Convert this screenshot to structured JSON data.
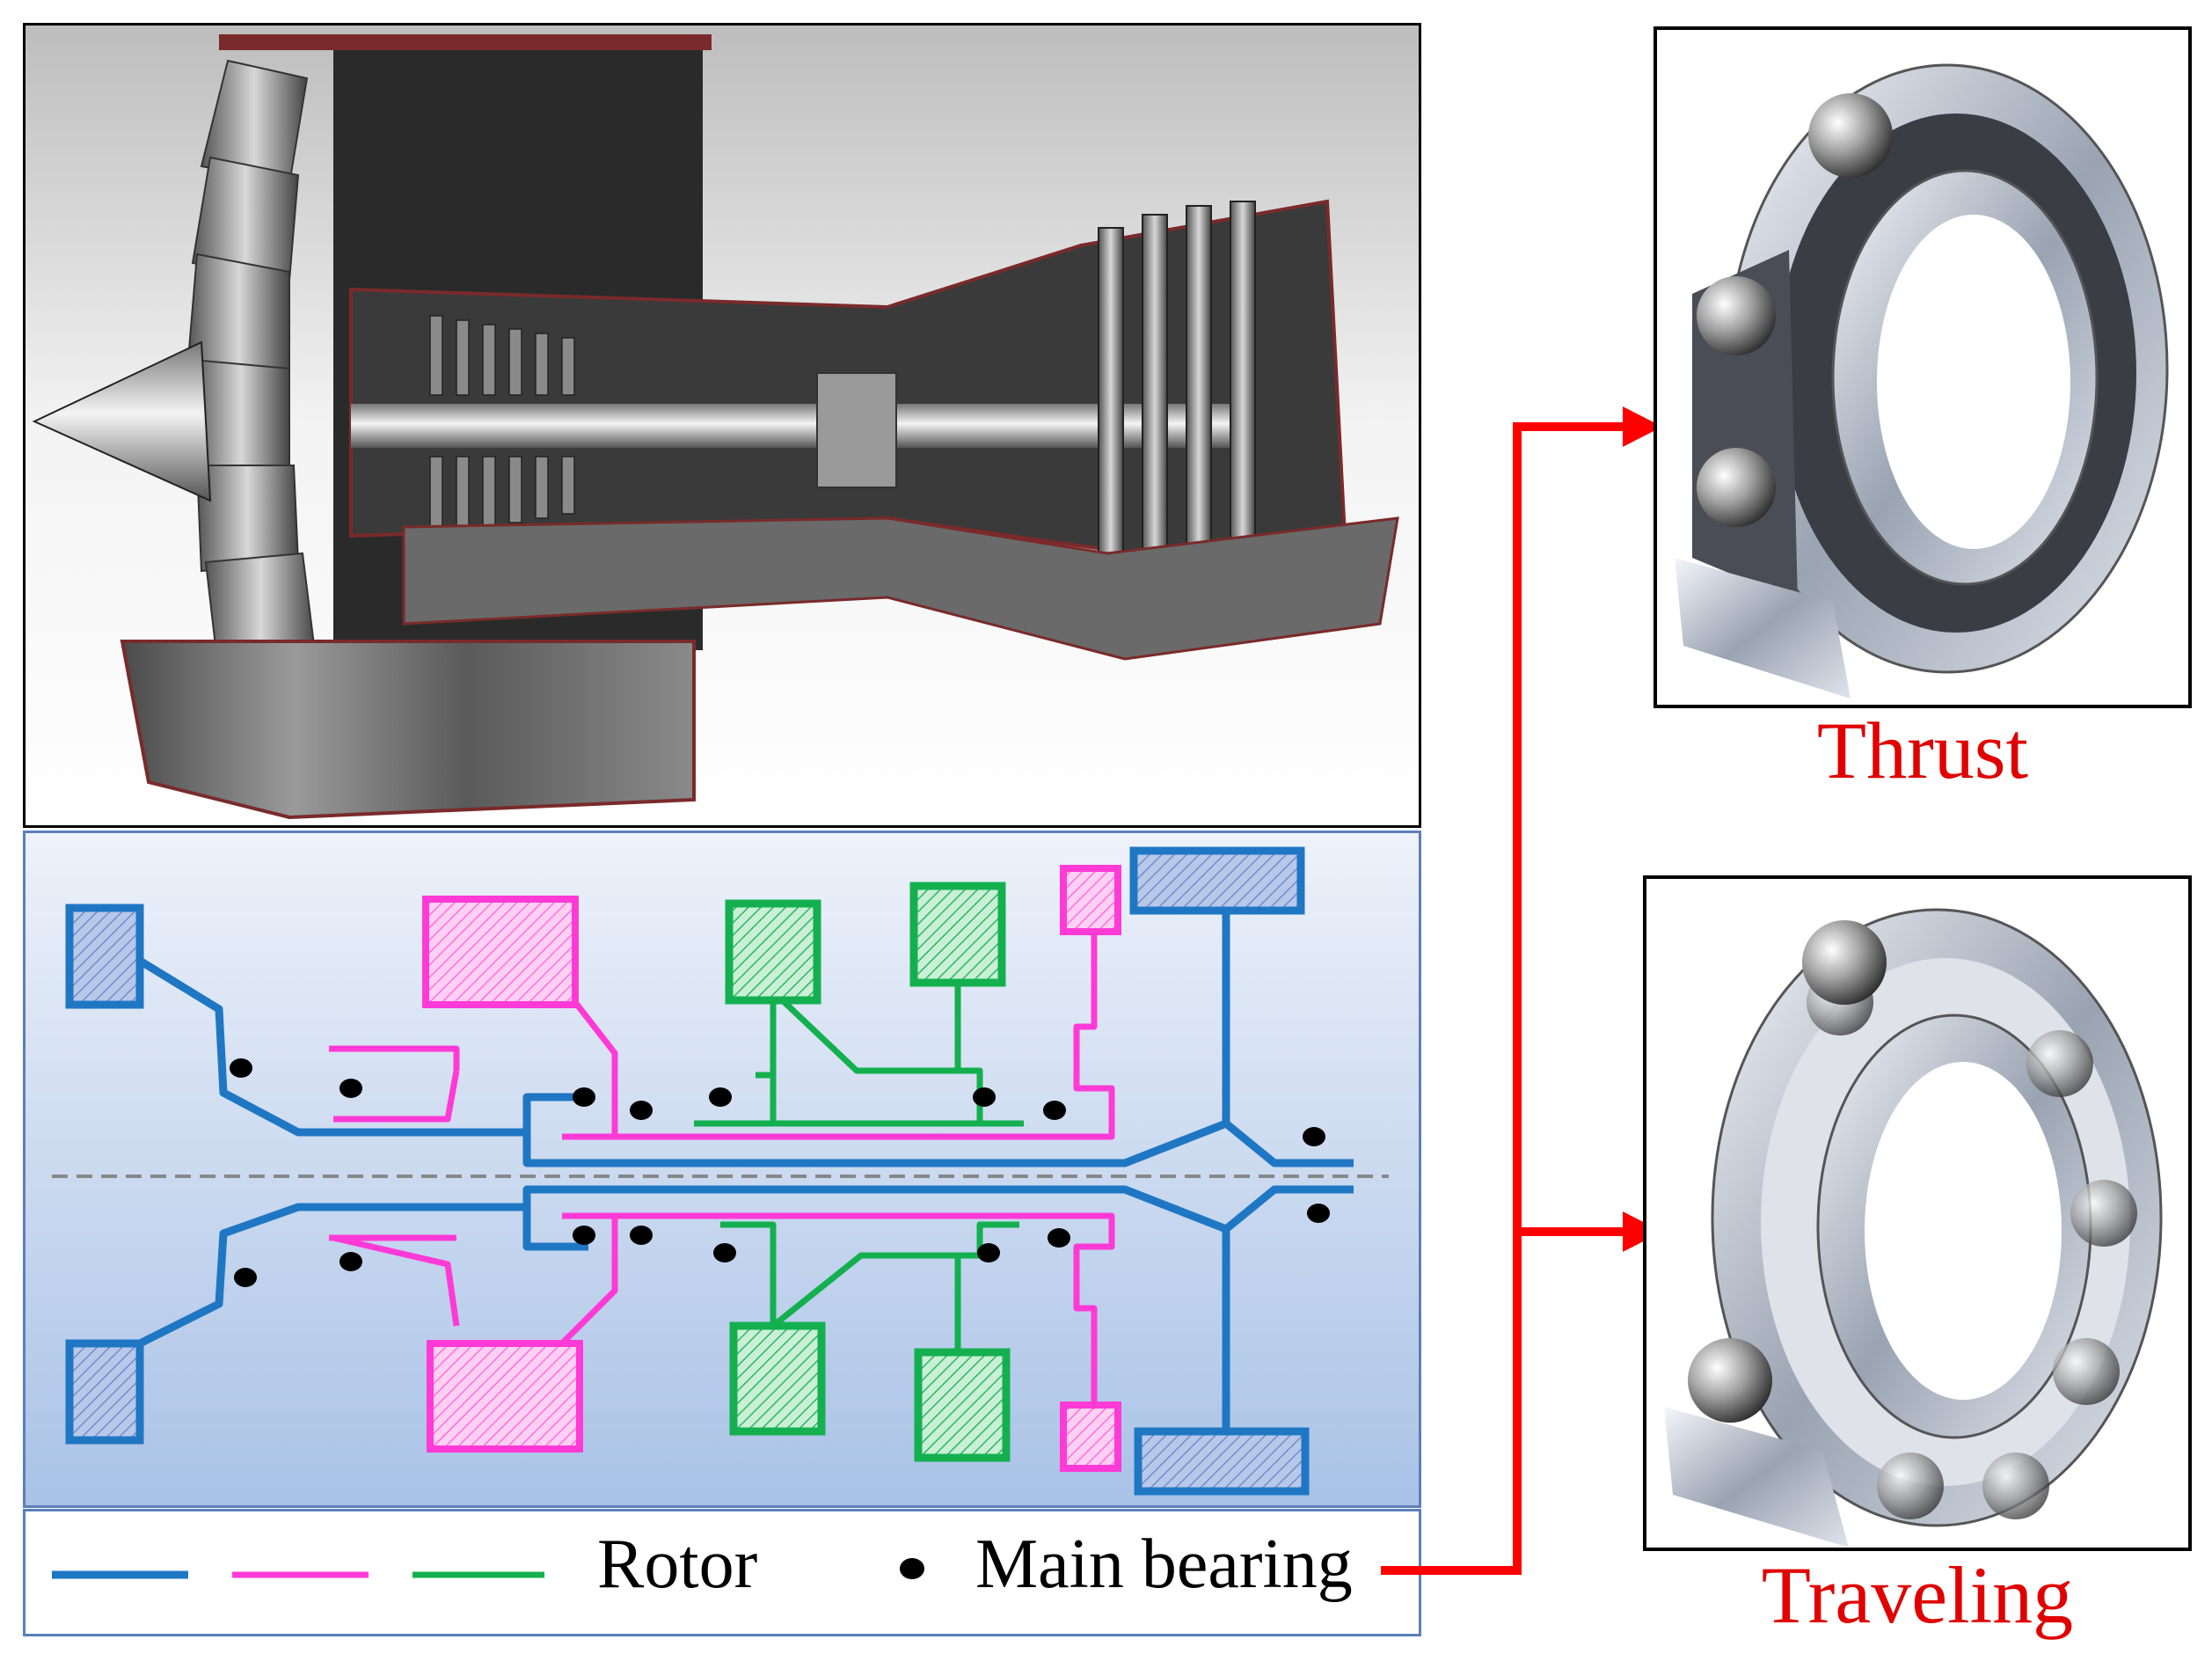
{
  "legend": {
    "rotor_label": "Rotor",
    "bearing_label": "Main bearing",
    "rotor_colors": [
      "#1f77c4",
      "#ff3ad6",
      "#14b050"
    ]
  },
  "bearings": {
    "thrust_label": "Thrust",
    "traveling_label": "Traveling"
  },
  "colors": {
    "arrow": "#ff0000",
    "caption": "#e00000",
    "low_pressure_rotor": "#1f77c4",
    "intermediate_rotor": "#ff3ad6",
    "high_pressure_rotor": "#14b050",
    "centerline": "#888888"
  }
}
